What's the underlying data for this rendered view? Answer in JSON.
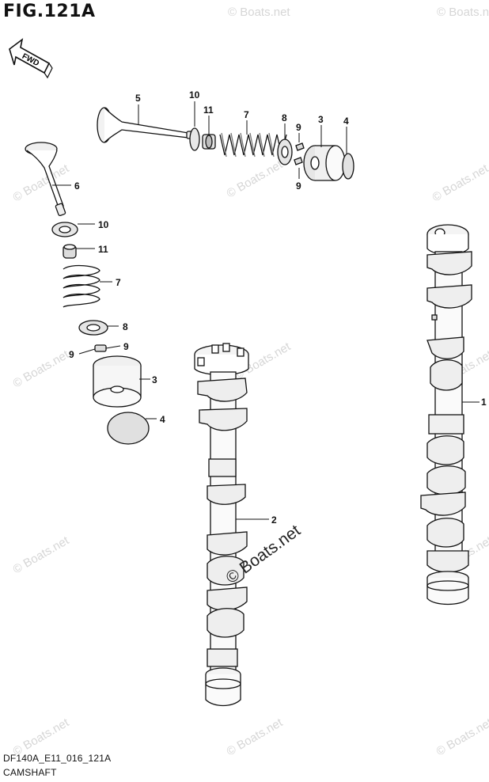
{
  "figure": {
    "title": "FIG.121A",
    "direction_label": "FWD",
    "code": "DF140A_E11_016_121A",
    "name": "CAMSHAFT"
  },
  "watermark": "© Boats.net",
  "callouts": {
    "top_valve": [
      "5",
      "10",
      "11",
      "7",
      "8",
      "9",
      "9",
      "3",
      "4"
    ],
    "left_valve": [
      "6",
      "10",
      "11",
      "7",
      "8",
      "9",
      "9",
      "3",
      "4"
    ],
    "camshafts": [
      "1",
      "2"
    ]
  }
}
